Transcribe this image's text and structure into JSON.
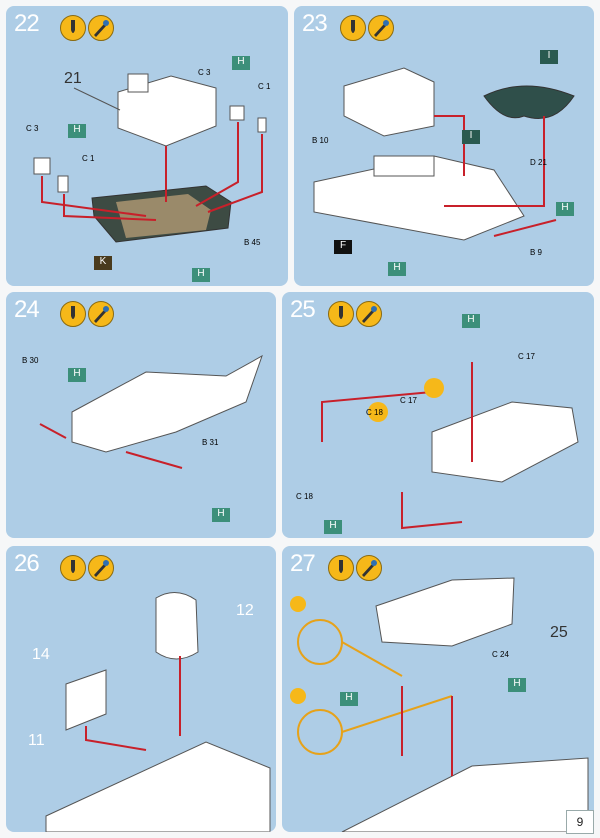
{
  "steps": [
    {
      "number": "22",
      "label_main": "21",
      "callouts": [
        {
          "text": "C 3"
        },
        {
          "text": "C 1"
        },
        {
          "text": "C 3"
        },
        {
          "text": "C 1"
        },
        {
          "text": "B 45"
        }
      ],
      "color_tags": [
        "H",
        "H",
        "K",
        "H"
      ]
    },
    {
      "number": "23",
      "callouts": [
        {
          "text": "B 10"
        },
        {
          "text": "D 21"
        },
        {
          "text": "B 9"
        }
      ],
      "color_tags": [
        "I",
        "I",
        "F",
        "H",
        "H"
      ]
    },
    {
      "number": "24",
      "callouts": [
        {
          "text": "B 30"
        },
        {
          "text": "B 31"
        }
      ],
      "color_tags": [
        "H",
        "H"
      ]
    },
    {
      "number": "25",
      "callouts": [
        {
          "text": "C 17"
        },
        {
          "text": "C 18"
        },
        {
          "text": "C 17"
        },
        {
          "text": "C 18"
        }
      ],
      "color_tags": [
        "H",
        "H"
      ]
    },
    {
      "number": "26",
      "labels": [
        "12",
        "14",
        "11"
      ]
    },
    {
      "number": "27",
      "labels": [
        "25"
      ],
      "callouts": [
        {
          "text": "C 24"
        }
      ],
      "color_tags": [
        "H",
        "H"
      ]
    }
  ],
  "page_number": "9",
  "colors": {
    "panel": "#aecde6",
    "tag": "#3c8f7a",
    "arrow": "#c8202a",
    "orange": "#e6a21a"
  }
}
